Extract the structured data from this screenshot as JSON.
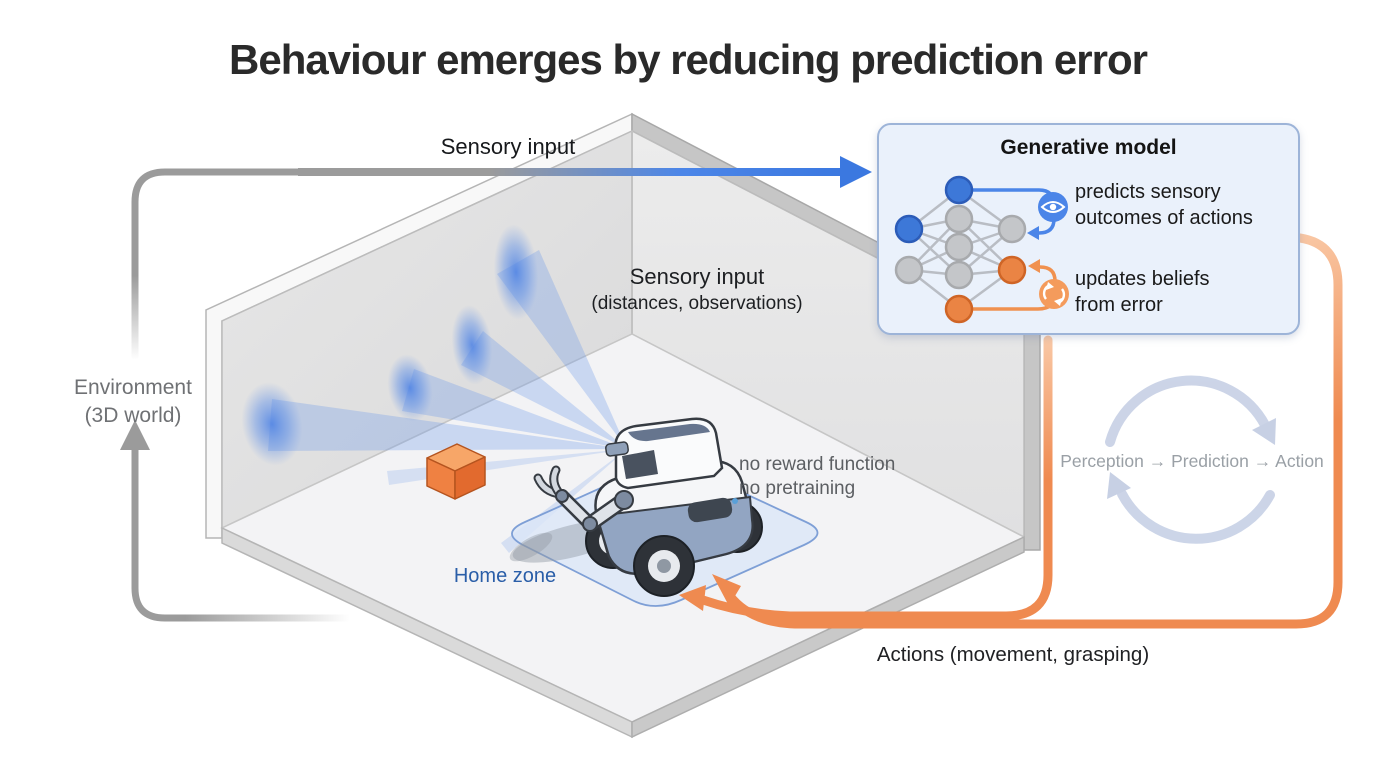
{
  "title": "Behaviour emerges by reducing prediction error",
  "labels": {
    "sensory_top": "Sensory input",
    "sensory_mid_line1": "Sensory input",
    "sensory_mid_line2": "(distances, observations)",
    "environment_line1": "Environment",
    "environment_line2": "(3D world)",
    "home_zone": "Home zone",
    "constraint_line1": "no reward function",
    "constraint_line2": "no pretraining",
    "cycle": "Perception → Prediction → Action",
    "actions": "Actions (movement, grasping)"
  },
  "generative_model": {
    "title": "Generative model",
    "note_predict_line1": "predicts sensory",
    "note_predict_line2": "outcomes of actions",
    "note_update_line1": "updates beliefs",
    "note_update_line2": "from error",
    "icons": {
      "predict": "eye-icon",
      "update": "refresh-icon"
    }
  },
  "colors": {
    "sensory_blue": "#3b78e0",
    "action_orange": "#ef8a50",
    "loop_gray": "#9b9b9b",
    "node_blue": "#3d78d8",
    "node_orange": "#ea8444",
    "node_gray": "#c4c6c9",
    "home_zone_text": "#2a5ea8",
    "model_box_bg": "#eaf1fb",
    "model_box_border": "#9db4d8",
    "cycle_arrow": "#c7d0e5"
  }
}
